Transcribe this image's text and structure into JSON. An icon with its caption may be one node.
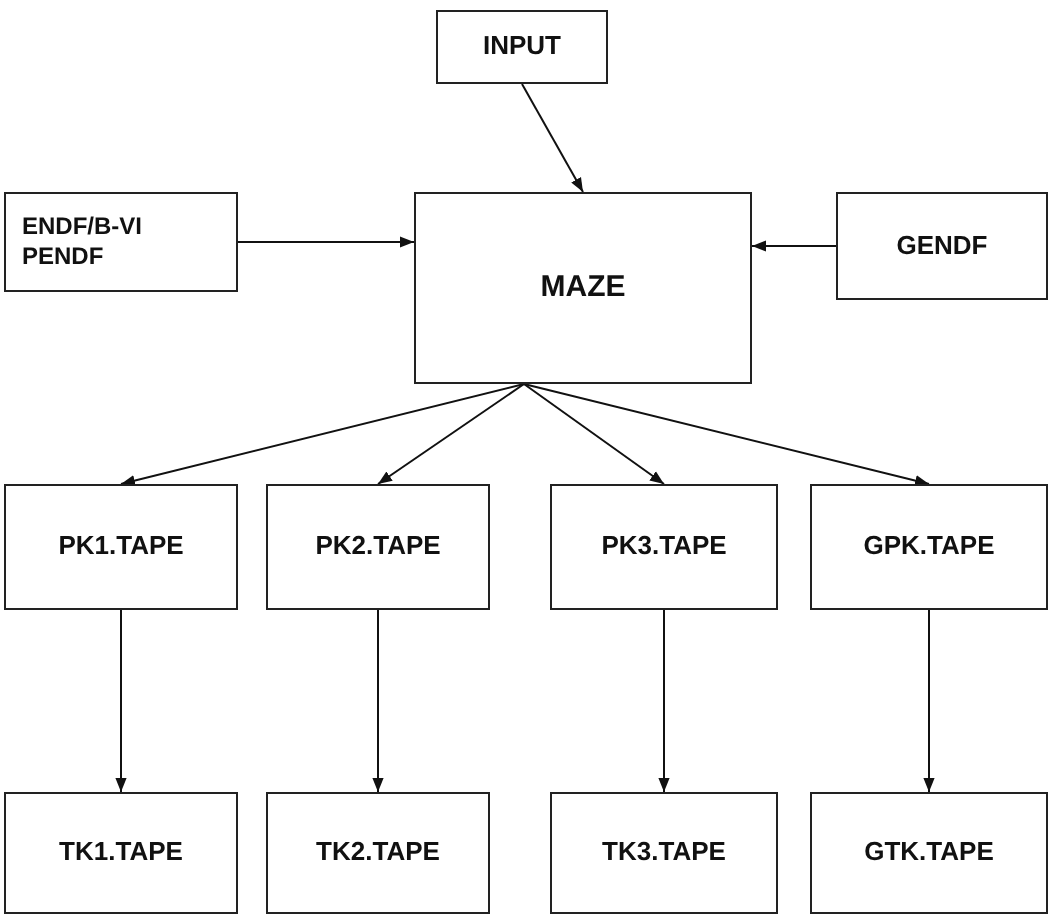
{
  "diagram": {
    "nodes": [
      {
        "text": [
          "INPUT"
        ]
      },
      {
        "text": [
          "ENDF/B-VI PENDF"
        ]
      },
      {
        "text": [
          "MAZE"
        ]
      },
      {
        "text": [
          "GENDF"
        ]
      },
      {
        "text": [
          "PK1.TAPE"
        ]
      },
      {
        "text": [
          "PK2.TAPE"
        ]
      },
      {
        "text": [
          "PK3.TAPE"
        ]
      },
      {
        "text": [
          "GPK.TAPE"
        ]
      },
      {
        "text": [
          "TK1.TAPE"
        ]
      },
      {
        "text": [
          "TK2.TAPE"
        ]
      },
      {
        "text": [
          "TK3.TAPE"
        ]
      },
      {
        "text": [
          "GTK.TAPE"
        ]
      }
    ],
    "edges": [
      {
        "from": 0,
        "to": 2,
        "arrow": "to"
      },
      {
        "from": 1,
        "to": 2,
        "arrow": "to"
      },
      {
        "from": 3,
        "to": 2,
        "arrow": "to"
      },
      {
        "from": 2,
        "to": 4,
        "arrow": "to"
      },
      {
        "from": 2,
        "to": 5,
        "arrow": "to"
      },
      {
        "from": 2,
        "to": 6,
        "arrow": "to"
      },
      {
        "from": 2,
        "to": 7,
        "arrow": "to"
      },
      {
        "from": 4,
        "to": 8,
        "arrow": "to"
      },
      {
        "from": 5,
        "to": 9,
        "arrow": "to"
      },
      {
        "from": 6,
        "to": 10,
        "arrow": "to"
      },
      {
        "from": 7,
        "to": 11,
        "arrow": "to"
      }
    ]
  }
}
